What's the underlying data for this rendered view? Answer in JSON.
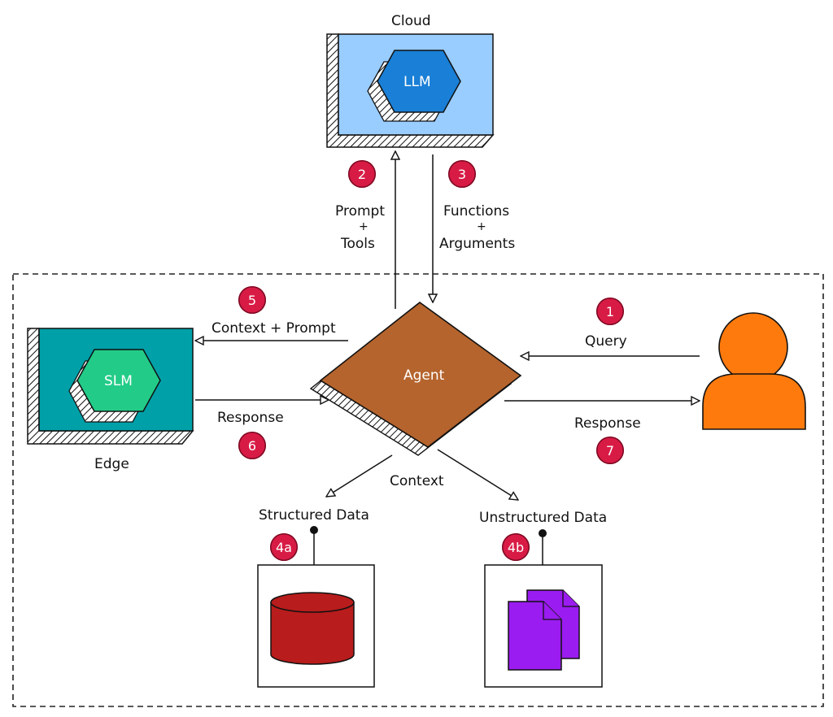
{
  "nodes": {
    "cloud": {
      "title": "Cloud",
      "inner": "LLM"
    },
    "edge": {
      "title": "Edge",
      "inner": "SLM"
    },
    "agent": {
      "label": "Agent"
    },
    "structured": {
      "label": "Structured Data"
    },
    "unstructured": {
      "label": "Unstructured Data"
    }
  },
  "edges": {
    "prompt_tools": {
      "line1": "Prompt",
      "line2": "+",
      "line3": "Tools"
    },
    "functions_args": {
      "line1": "Functions",
      "line2": "+",
      "line3": "Arguments"
    },
    "context_prompt": "Context + Prompt",
    "response_edge": "Response",
    "query": "Query",
    "response_user": "Response",
    "context": "Context"
  },
  "steps": {
    "s1": "1",
    "s2": "2",
    "s3": "3",
    "s4a": "4a",
    "s4b": "4b",
    "s5": "5",
    "s6": "6",
    "s7": "7"
  },
  "colors": {
    "cloud_bg": "#99ccff",
    "llm": "#1a7fd6",
    "edge_bg": "#00a0a8",
    "slm": "#22cc88",
    "agent": "#b5642d",
    "user": "#ff7a0d",
    "database": "#b81c1c",
    "documents": "#9b1cf0",
    "badge": "#d81b45"
  }
}
